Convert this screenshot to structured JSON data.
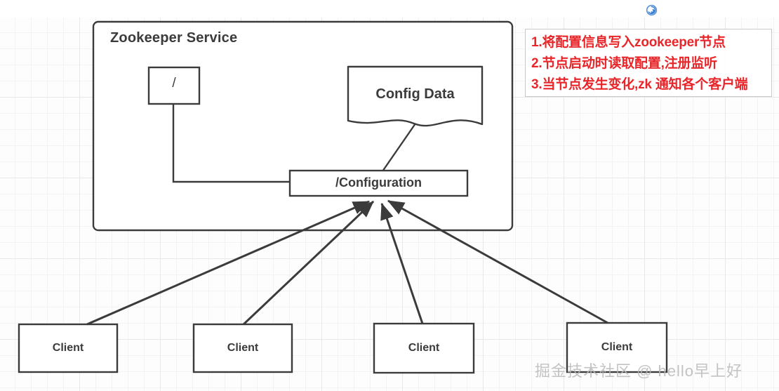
{
  "diagram": {
    "title": "Zookeeper Service",
    "container": {
      "label": "Zookeeper Service"
    },
    "nodes": {
      "root": {
        "label": "/"
      },
      "config_data": {
        "label": "Config Data"
      },
      "config_node": {
        "label": "/Configuration"
      }
    },
    "clients": [
      {
        "label": "Client"
      },
      {
        "label": "Client"
      },
      {
        "label": "Client"
      },
      {
        "label": "Client"
      }
    ]
  },
  "notes": {
    "lines": [
      "1.将配置信息写入zookeeper节点",
      "2.节点启动时读取配置,注册监听",
      "3.当节点发生变化,zk 通知各个客户端"
    ]
  },
  "watermark": {
    "text": "掘金技术社区 @ hello早上好"
  },
  "icons": {
    "swirl": "swirl-icon"
  },
  "colors": {
    "stroke": "#3b3b3b",
    "note_text": "#e8262a",
    "note_border": "#c9c9c9",
    "grid_line": "#e8e8e8",
    "watermark": "#b9b9b9",
    "swirl": "#3f7fd0"
  }
}
